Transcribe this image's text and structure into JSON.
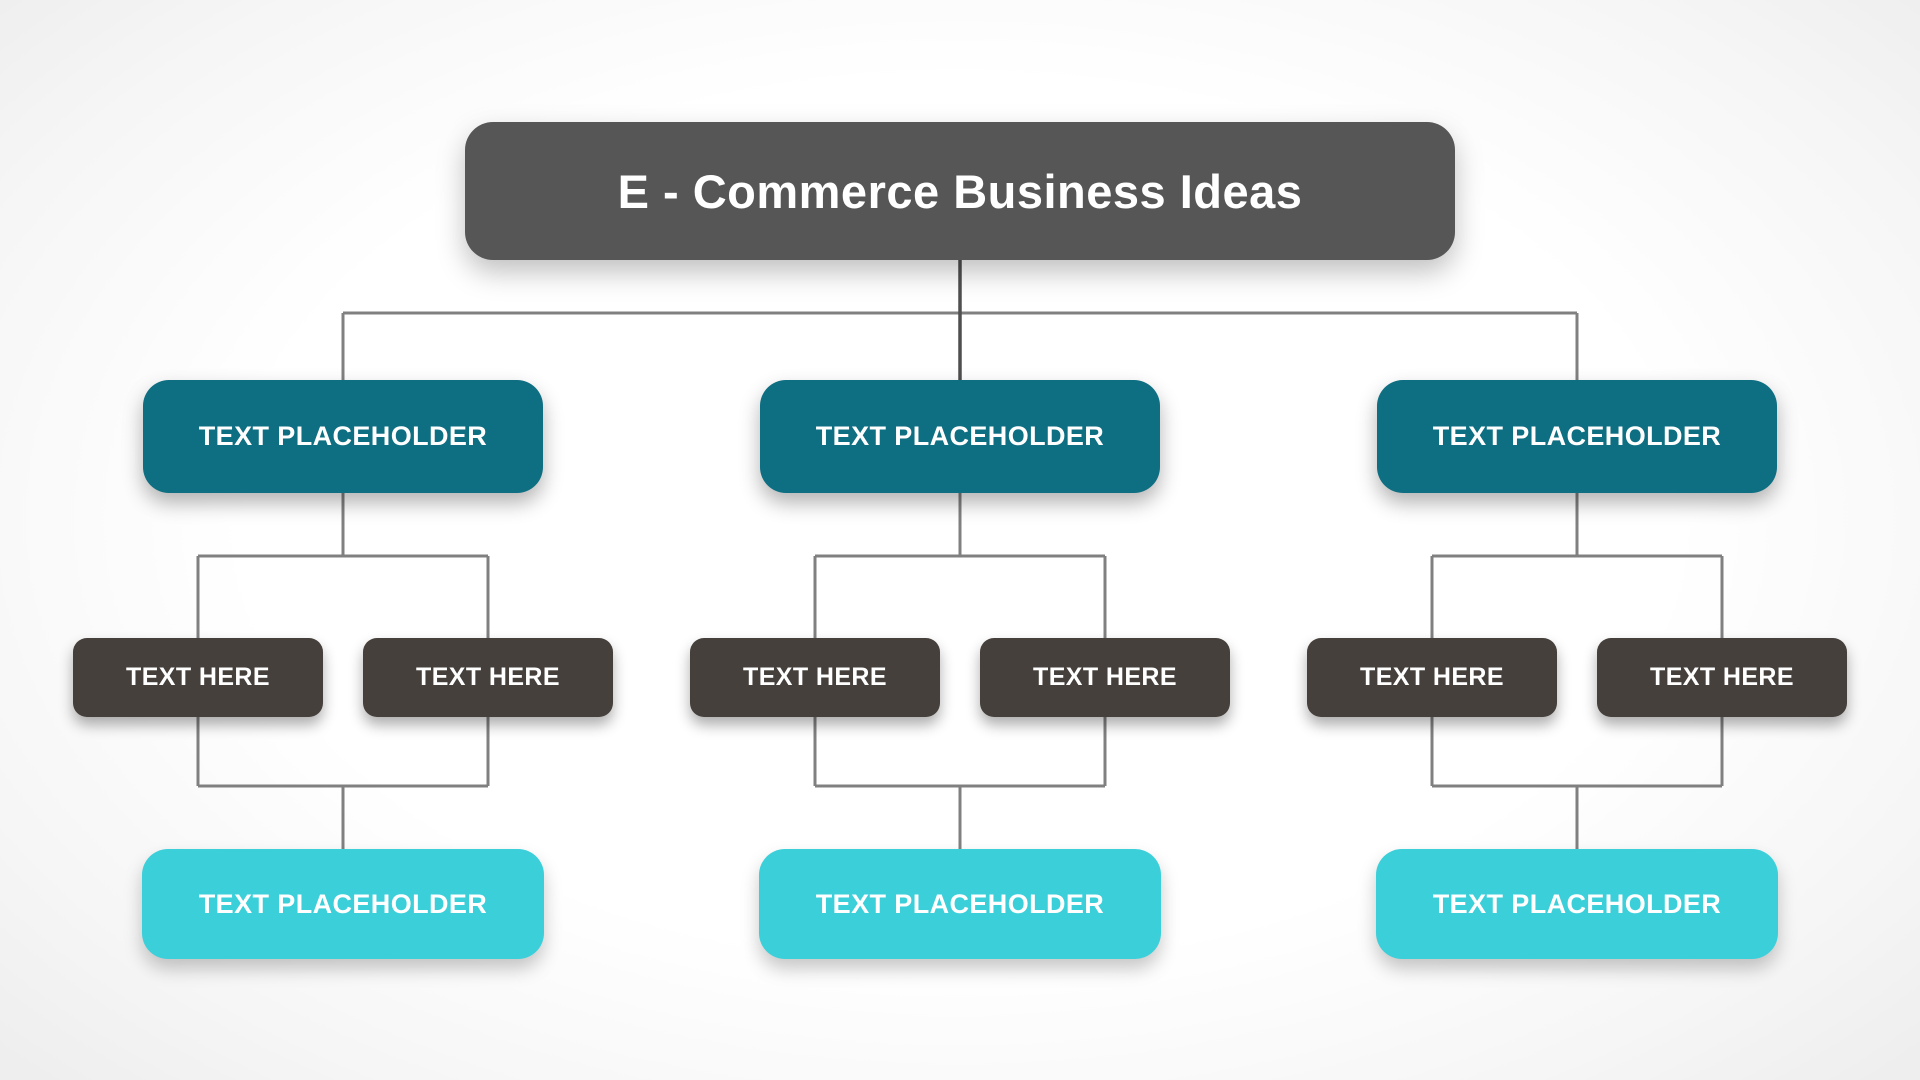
{
  "diagram": {
    "title": "E - Commerce Business Ideas",
    "columns": [
      {
        "branch_label": "TEXT PLACEHOLDER",
        "leaves": [
          "TEXT HERE",
          "TEXT HERE"
        ],
        "result_label": "TEXT PLACEHOLDER"
      },
      {
        "branch_label": "TEXT PLACEHOLDER",
        "leaves": [
          "TEXT HERE",
          "TEXT HERE"
        ],
        "result_label": "TEXT PLACEHOLDER"
      },
      {
        "branch_label": "TEXT PLACEHOLDER",
        "leaves": [
          "TEXT HERE",
          "TEXT HERE"
        ],
        "result_label": "TEXT PLACEHOLDER"
      }
    ],
    "colors": {
      "title_box": "#565656",
      "branch_box": "#0e6e82",
      "leaf_box": "#46403c",
      "result_box": "#3bcfda",
      "connector": "#808080",
      "trunk_connector": "#4f4f4f",
      "box_text": "#ffffff"
    }
  }
}
